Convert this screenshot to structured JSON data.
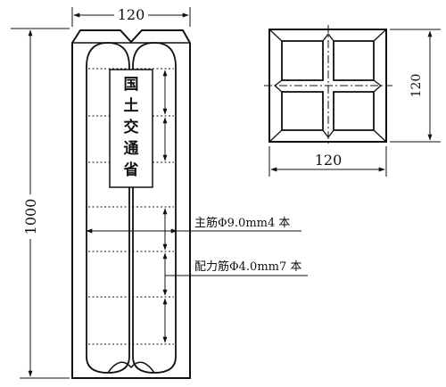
{
  "front_view": {
    "width_label": "120",
    "height_label": "1000",
    "stamp_chars": [
      "国",
      "土",
      "交",
      "通",
      "省"
    ]
  },
  "top_view": {
    "width_label": "120",
    "height_label": "120"
  },
  "callouts": {
    "main_rebar": "主筋Φ9.0mm4 本",
    "hoop_rebar": "配力筋Φ4.0mm7 本"
  }
}
